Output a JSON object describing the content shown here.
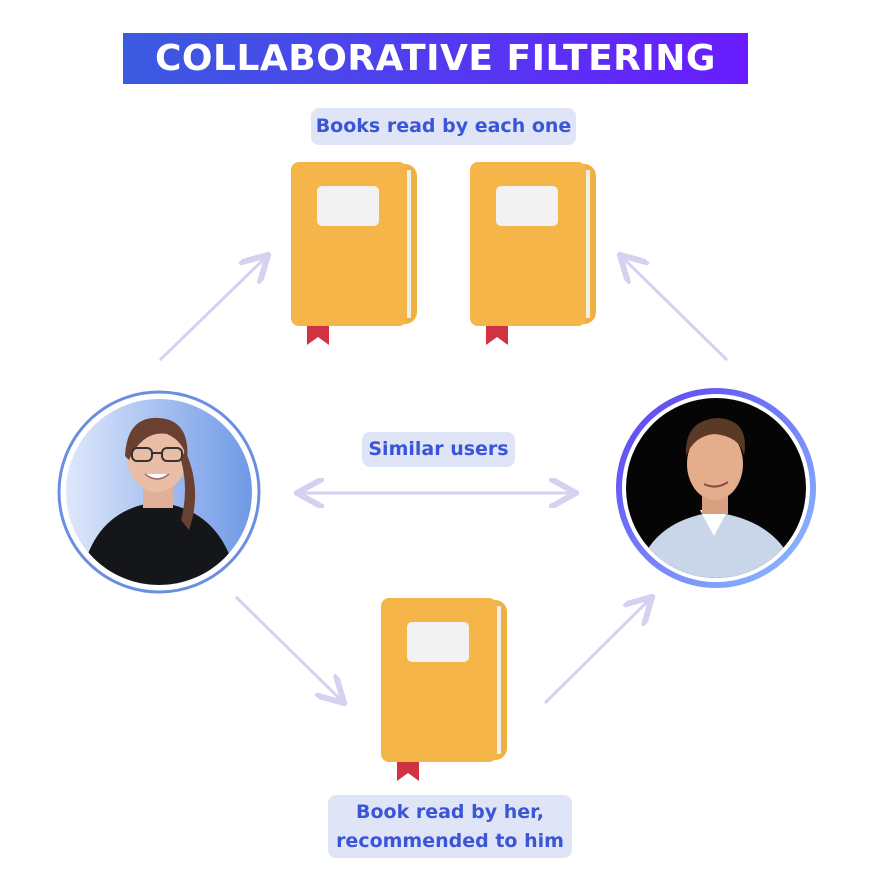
{
  "title": "COLLABORATIVE FILTERING",
  "labels": {
    "books_each": "Books read by each one",
    "similar_users": "Similar users",
    "recommended_line1": "Book read by her,",
    "recommended_line2": "recommended to him"
  },
  "colors": {
    "title_start": "#3a5be0",
    "title_end": "#6a1cff",
    "label_bg": "#dfe4f7",
    "label_text": "#3a56d6",
    "arrow": "#d4d2f0",
    "book": "#f5b548",
    "bookmark": "#d0323f"
  }
}
